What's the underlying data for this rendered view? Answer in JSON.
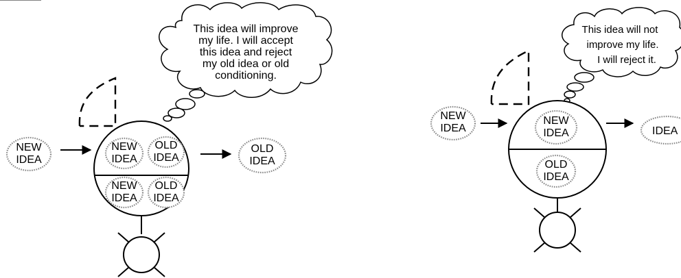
{
  "left_figure": {
    "thought": [
      "This idea will improve",
      "my life.  I will accept",
      "this idea and reject",
      "my old idea or old",
      "conditioning."
    ],
    "input_label": [
      "NEW",
      "IDEA"
    ],
    "head_cells": [
      [
        "NEW",
        "IDEA"
      ],
      [
        "OLD",
        "IDEA"
      ],
      [
        "NEW",
        "IDEA"
      ],
      [
        "OLD",
        "IDEA"
      ]
    ],
    "output_label": [
      "OLD",
      "IDEA"
    ]
  },
  "right_figure": {
    "thought": [
      "This idea will not",
      "improve  my life.",
      "I will reject it."
    ],
    "input_label": [
      "NEW",
      "IDEA"
    ],
    "head_cells": [
      [
        "NEW",
        "IDEA"
      ],
      [
        "OLD",
        "IDEA"
      ]
    ],
    "output_label": [
      "IDEA"
    ]
  }
}
